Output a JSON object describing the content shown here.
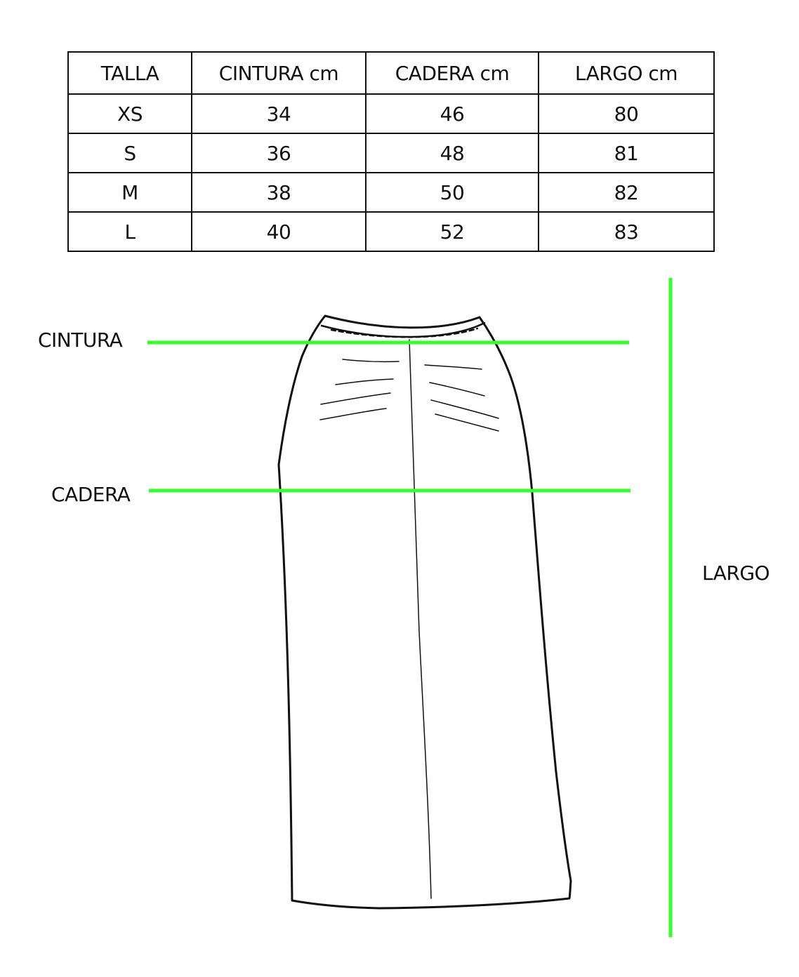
{
  "size_table": {
    "headers": [
      "TALLA",
      "CINTURA cm",
      "CADERA cm",
      "LARGO cm"
    ],
    "rows": [
      {
        "size": "XS",
        "waist": "34",
        "hip": "46",
        "length": "80"
      },
      {
        "size": "S",
        "waist": "36",
        "hip": "48",
        "length": "81"
      },
      {
        "size": "M",
        "waist": "38",
        "hip": "50",
        "length": "82"
      },
      {
        "size": "L",
        "waist": "40",
        "hip": "52",
        "length": "83"
      }
    ]
  },
  "diagram": {
    "labels": {
      "waist": "CINTURA",
      "hip": "CADERA",
      "length": "LARGO"
    },
    "measure_line_color": "#33ff2b",
    "outline_color": "#111111",
    "garment": "skirt"
  }
}
